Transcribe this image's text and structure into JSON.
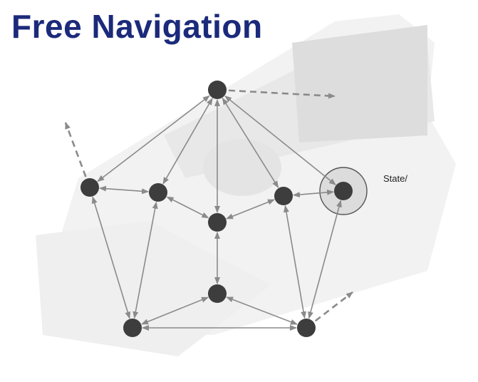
{
  "title": "Free Navigation",
  "state_label": "State/",
  "colors": {
    "title": "#1b2a7a",
    "node": "#3d3d3d",
    "arrow": "#8a8a8a",
    "highlight_fill": "#dcdcdc",
    "phone_tint": "#ececec"
  },
  "nodes": [
    "n-top",
    "n-left",
    "n-midleft",
    "n-center",
    "n-midright",
    "n-right",
    "n-lowcenter",
    "n-bottomleft",
    "n-bottomright"
  ],
  "highlighted_node": "n-right",
  "edges": [
    [
      "n-top",
      "n-left",
      "both"
    ],
    [
      "n-top",
      "n-midleft",
      "both"
    ],
    [
      "n-top",
      "n-center",
      "both"
    ],
    [
      "n-top",
      "n-midright",
      "both"
    ],
    [
      "n-top",
      "n-right",
      "both"
    ],
    [
      "n-left",
      "n-midleft",
      "both"
    ],
    [
      "n-left",
      "n-bottomleft",
      "both"
    ],
    [
      "n-midleft",
      "n-center",
      "both"
    ],
    [
      "n-midleft",
      "n-bottomleft",
      "both"
    ],
    [
      "n-center",
      "n-midright",
      "both"
    ],
    [
      "n-center",
      "n-lowcenter",
      "both"
    ],
    [
      "n-midright",
      "n-right",
      "both"
    ],
    [
      "n-midright",
      "n-bottomright",
      "both"
    ],
    [
      "n-right",
      "n-bottomright",
      "both"
    ],
    [
      "n-lowcenter",
      "n-bottomleft",
      "both"
    ],
    [
      "n-lowcenter",
      "n-bottomright",
      "both"
    ],
    [
      "n-bottomleft",
      "n-bottomright",
      "both"
    ]
  ],
  "exit_arrows": [
    "n-top",
    "n-left",
    "n-bottomright"
  ]
}
